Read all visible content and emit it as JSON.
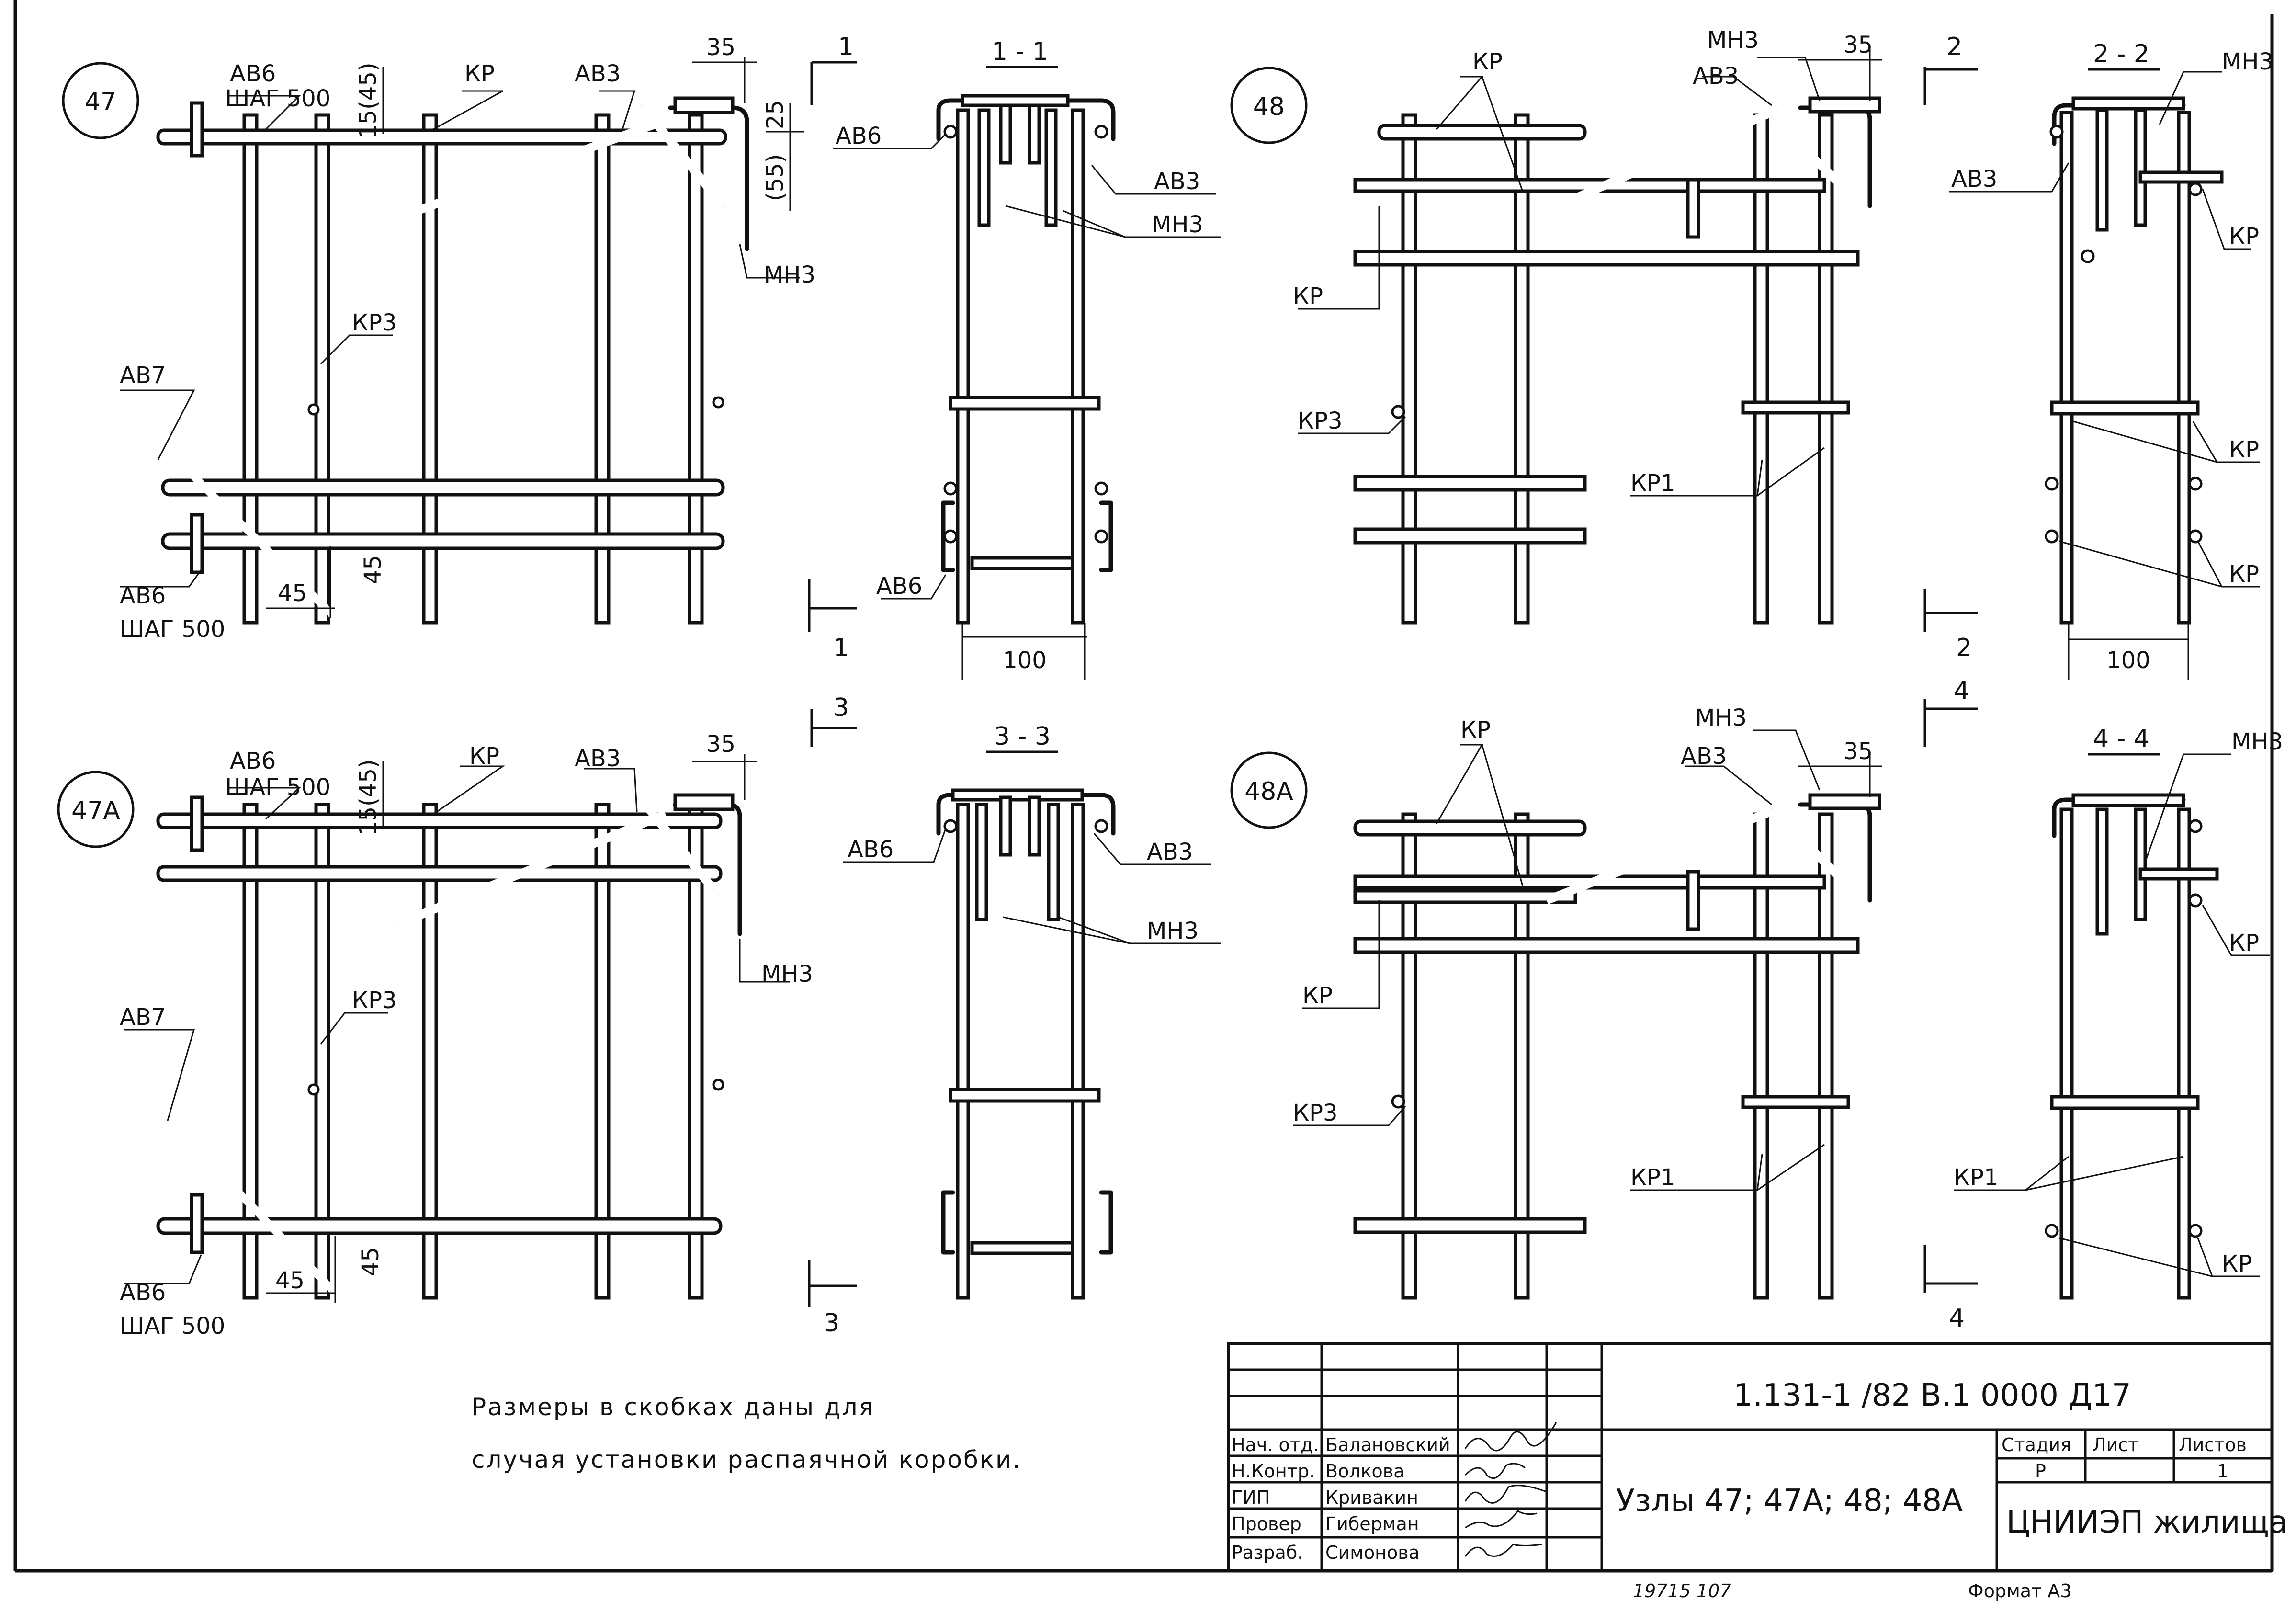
{
  "labels": {
    "AB6": "АВ6",
    "AB3": "АВ3",
    "AB7": "АВ7",
    "KP": "КР",
    "KP1": "КР1",
    "KP3": "КР3",
    "MH3": "МН3",
    "step": "ШАГ 500"
  },
  "nodes": {
    "n47": "47",
    "n47a": "47А",
    "n48": "48",
    "n48a": "48А"
  },
  "sections": {
    "s1": "1 - 1",
    "s2": "2 - 2",
    "s3": "3 - 3",
    "s4": "4 - 4",
    "m1": "1",
    "m2": "2",
    "m3": "3",
    "m4": "4"
  },
  "dims": {
    "d35": "35",
    "d15_45": "15(45)",
    "d25": "25",
    "d55": "(55)",
    "d45": "45",
    "d100": "100"
  },
  "note": {
    "line1": "Размеры в скобках даны для",
    "line2": "случая установки распаячной коробки."
  },
  "title_block": {
    "code": "1.131-1 /82 В.1  0000 Д17",
    "title": "Узлы 47; 47А; 48; 48А",
    "org": "ЦНИИЭП жилища",
    "stage_h": "Стадия",
    "sheet_h": "Лист",
    "sheets_h": "Листов",
    "stage": "Р",
    "sheets": "1",
    "roles": [
      "Нач. отд.",
      "Н.Контр.",
      "ГИП",
      "Провер",
      "Разраб."
    ],
    "names": [
      "Балановский",
      "Волкова",
      "Кривакин",
      "Гиберман",
      "Симонова"
    ]
  },
  "footer": {
    "inv": "19715  107",
    "format": "Формат А3"
  }
}
